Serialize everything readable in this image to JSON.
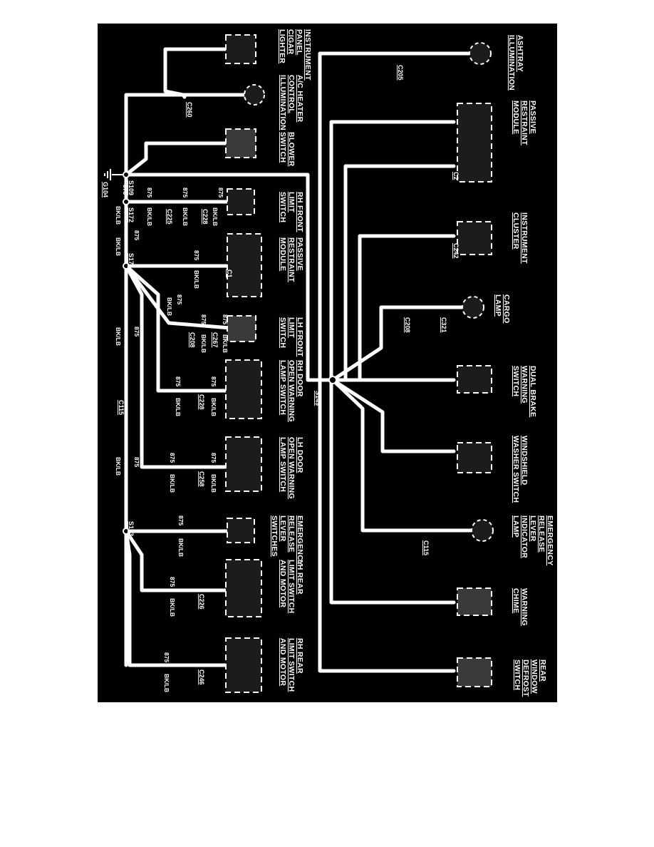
{
  "page_header": "",
  "components": {
    "ashtray": [
      "ASHTRAY",
      "ILLUMINATION"
    ],
    "passive_top": [
      "PASSIVE",
      "RESTRAINT",
      "MODULE"
    ],
    "instrument_cluster": [
      "INSTRUMENT",
      "CLUSTER"
    ],
    "cargo": [
      "CARGO",
      "LAMP"
    ],
    "dual_brake": [
      "DUAL BRAKE",
      "WARNING",
      "SWITCH"
    ],
    "washer": [
      "WINDSHIELD",
      "WASHER SWITCH"
    ],
    "emergency_lamp": [
      "EMERGENCY",
      "RELEASE",
      "LEVER",
      "INDICATOR",
      "LAMP"
    ],
    "chime": [
      "WARNING",
      "CHIME"
    ],
    "defrost": [
      "REAR",
      "WINDOW",
      "DEFROST",
      "SWITCH"
    ],
    "cigar": [
      "INSTRUMENT",
      "PANEL",
      "CIGAR",
      "LIGHTER"
    ],
    "ac_heater": [
      "A/C HEATER",
      "CONTROL",
      "ILLUMINATION"
    ],
    "blower": [
      "BLOWER",
      "SWITCH"
    ],
    "rh_front": [
      "RH FRONT",
      "LIMIT",
      "SWITCH"
    ],
    "passive_mid": [
      "PASSIVE",
      "RESTRAINT",
      "MODULE"
    ],
    "lh_front": [
      "LH FRONT",
      "LIMIT",
      "SWITCH"
    ],
    "rh_door": [
      "RH DOOR",
      "OPEN WARNING",
      "LAMP SWITCH"
    ],
    "lh_door": [
      "LH DOOR",
      "OPEN WARNING",
      "LAMP SWITCH"
    ],
    "emergency_switches": [
      "EMERGENCY",
      "RELEASE",
      "LEVER",
      "SWITCHES"
    ],
    "lh_rear": [
      "LH REAR",
      "LIMIT SWITCH",
      "AND MOTOR"
    ],
    "rh_rear": [
      "RH REAR",
      "LIMIT SWITCH",
      "AND MOTOR"
    ]
  },
  "connectors": {
    "c205": "C205",
    "c2": "C2",
    "c242": "C242",
    "c208_top": "C208",
    "c321": "C321",
    "c115_top": "C115",
    "c260": "C260",
    "c228_a": "C228",
    "c225_a": "C225",
    "c1": "C1",
    "c267": "C267",
    "c208_b": "C208",
    "c228_b": "C228",
    "c115_bus": "C115",
    "c258": "C258",
    "c226": "C226",
    "c246": "C246"
  },
  "splices": {
    "s149": "S149",
    "s109": "S109",
    "s172": "S172",
    "s171": "S171",
    "s173": "S173",
    "g104": "G104"
  },
  "wire": {
    "circuit": "875",
    "color": "BK/LB"
  }
}
